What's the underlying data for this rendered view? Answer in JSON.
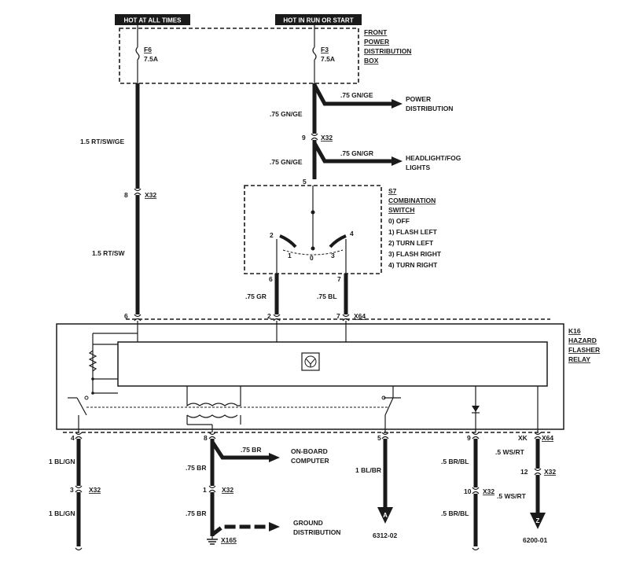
{
  "header": {
    "hot_all_times": "HOT AT ALL TIMES",
    "hot_run_start": "HOT IN RUN OR START"
  },
  "fuse_box": {
    "title_lines": [
      "FRONT",
      "POWER",
      "DISTRIBUTION",
      "BOX"
    ],
    "fuse_left": {
      "id": "F6",
      "rating": "7.5A"
    },
    "fuse_right": {
      "id": "F3",
      "rating": "7.5A"
    }
  },
  "wires": {
    "f6_out": "1.5 RT/SW/GE",
    "x32_pin8": "8",
    "x32_label": "X32",
    "lower_left": "1.5 RT/SW",
    "f3_out": ".75 GN/GE",
    "f3_branch": ".75 GN/GE",
    "power_distribution_lines": [
      "POWER",
      "DISTRIBUTION"
    ],
    "x32_pin9": "9",
    "to_s7": ".75 GN/GE",
    "headlight_branch": ".75 GN/GR",
    "headlight_lines": [
      "HEADLIGHT/FOG",
      "LIGHTS"
    ],
    "s7_pin5": "5",
    "wire_gr": ".75 GR",
    "wire_bl": ".75 BL",
    "pin6": "6",
    "pin7": "7"
  },
  "switch": {
    "title_lines": [
      "S7",
      "COMBINATION",
      "SWITCH"
    ],
    "positions": [
      "0) OFF",
      "1) FLASH LEFT",
      "2) TURN LEFT",
      "3) FLASH RIGHT",
      "4) TURN RIGHT"
    ],
    "pin2": "2",
    "pin4": "4",
    "pos1": "1",
    "pos0": "0",
    "pos3": "3"
  },
  "relay": {
    "title_lines": [
      "K16",
      "HAZARD",
      "FLASHER",
      "RELAY"
    ],
    "top_pin6": "6",
    "top_pin2": "2",
    "top_pin7": "7",
    "top_connector": "X64",
    "bottom_pin4": "4",
    "bottom_pin8": "8",
    "bottom_pin5": "5",
    "bottom_pin9": "9",
    "bottom_xk": "XK",
    "bottom_connector": "X64"
  },
  "lower": {
    "col1_top": "1 BL/GN",
    "col1_pin": "3",
    "col1_conn": "X32",
    "col1_bottom": "1 BL/GN",
    "col2_branch": ".75 BR",
    "col2_top": ".75 BR",
    "col2_pin": "1",
    "col2_conn": "X32",
    "col2_bottom": ".75 BR",
    "onboard_lines": [
      "ON-BOARD",
      "COMPUTER"
    ],
    "ground_lines": [
      "GROUND",
      "DISTRIBUTION"
    ],
    "ground_conn": "X165",
    "col3_wire": "1 BL/BR",
    "col3_arrow": "A",
    "col3_ref": "6312-02",
    "col4_top": ".5 BR/BL",
    "col4_pin": "10",
    "col4_conn": "X32",
    "col4_bottom": ".5 BR/BL",
    "col5_top": ".5 WS/RT",
    "col5_pin": "12",
    "col5_conn": "X32",
    "col5_bottom": ".5 WS/RT",
    "col5_arrow": "Z",
    "col5_ref": "6200-01"
  }
}
